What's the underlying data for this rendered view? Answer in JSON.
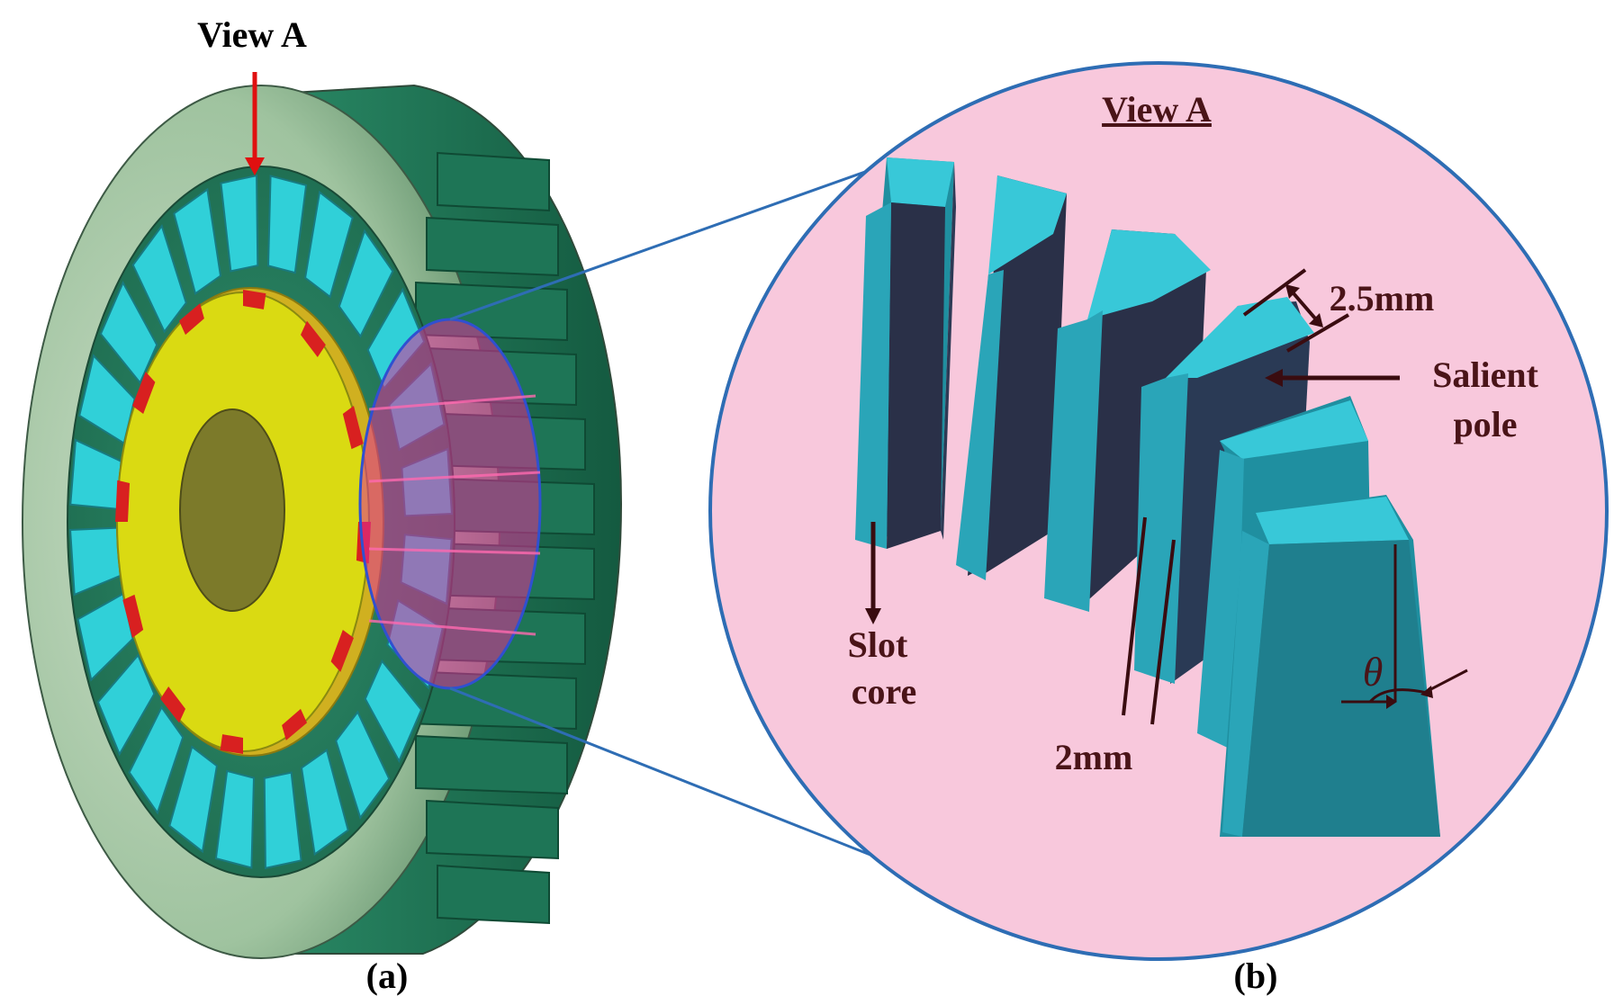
{
  "panel_a": {
    "view_label": "View A",
    "caption": "(a)"
  },
  "panel_b": {
    "title": "View A",
    "caption": "(b)",
    "labels": {
      "slot_core_line1": "Slot",
      "slot_core_line2": "core",
      "salient_pole_line1": "Salient",
      "salient_pole_line2": "pole",
      "dim_pole_width": "2.5mm",
      "dim_gap": "2mm",
      "angle": "θ"
    }
  },
  "colors": {
    "pink_background": "#f8c8dc",
    "circle_outline": "#2e6db4",
    "stator_green": "#1f7a5a",
    "housing_green": "#a8c8a8",
    "tooth_cyan": "#30d0d8",
    "rotor_yellow": "#d8d810",
    "magnet_red": "#d82020",
    "arrow_red": "#e01010",
    "label_maroon": "#4a1418",
    "pole_face": "#2a9fb0",
    "pole_side": "#2e3a55"
  }
}
